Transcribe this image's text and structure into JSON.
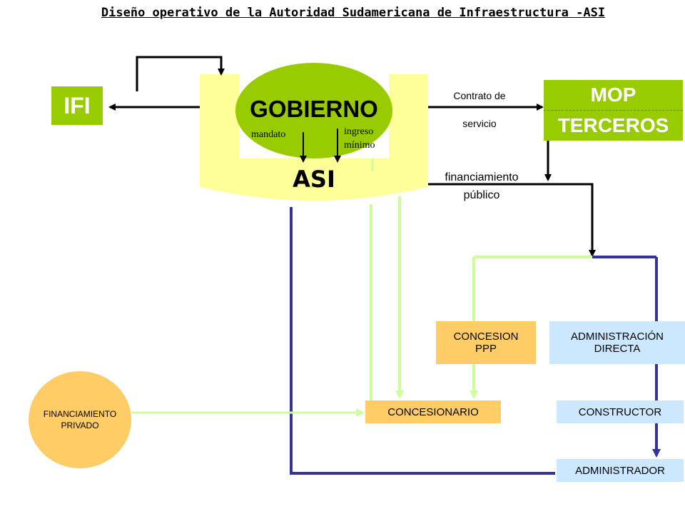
{
  "title": "Diseño operativo de la Autoridad Sudamericana de Infraestructura -ASI",
  "nodes": {
    "ifi": "IFI",
    "gobierno": "GOBIERNO",
    "asi": "ASI",
    "mop_line1": "MOP",
    "mop_line2": "TERCEROS",
    "concesion_line1": "CONCESION",
    "concesion_line2": "PPP",
    "admin_directa_line1": "ADMINISTRACIÓN",
    "admin_directa_line2": "DIRECTA",
    "concesionario": "CONCESIONARIO",
    "constructor": "CONSTRUCTOR",
    "administrador": "ADMINISTRADOR",
    "financiamiento_privado_line1": "FINANCIAMIENTO",
    "financiamiento_privado_line2": "PRIVADO"
  },
  "labels": {
    "mandato": "mandato",
    "ingreso_line1": "ingreso",
    "ingreso_line2": "mínimo",
    "contrato_line1": "Contrato de",
    "contrato_line2": "servicio",
    "financiamiento_line1": "financiamiento",
    "financiamiento_line2": "público"
  },
  "colors": {
    "green": "#99cc00",
    "light_yellow": "#ffff99",
    "light_green_line": "#ccff99",
    "navy_line": "#333399",
    "orange": "#ffcc66",
    "light_blue": "#cce8ff"
  }
}
